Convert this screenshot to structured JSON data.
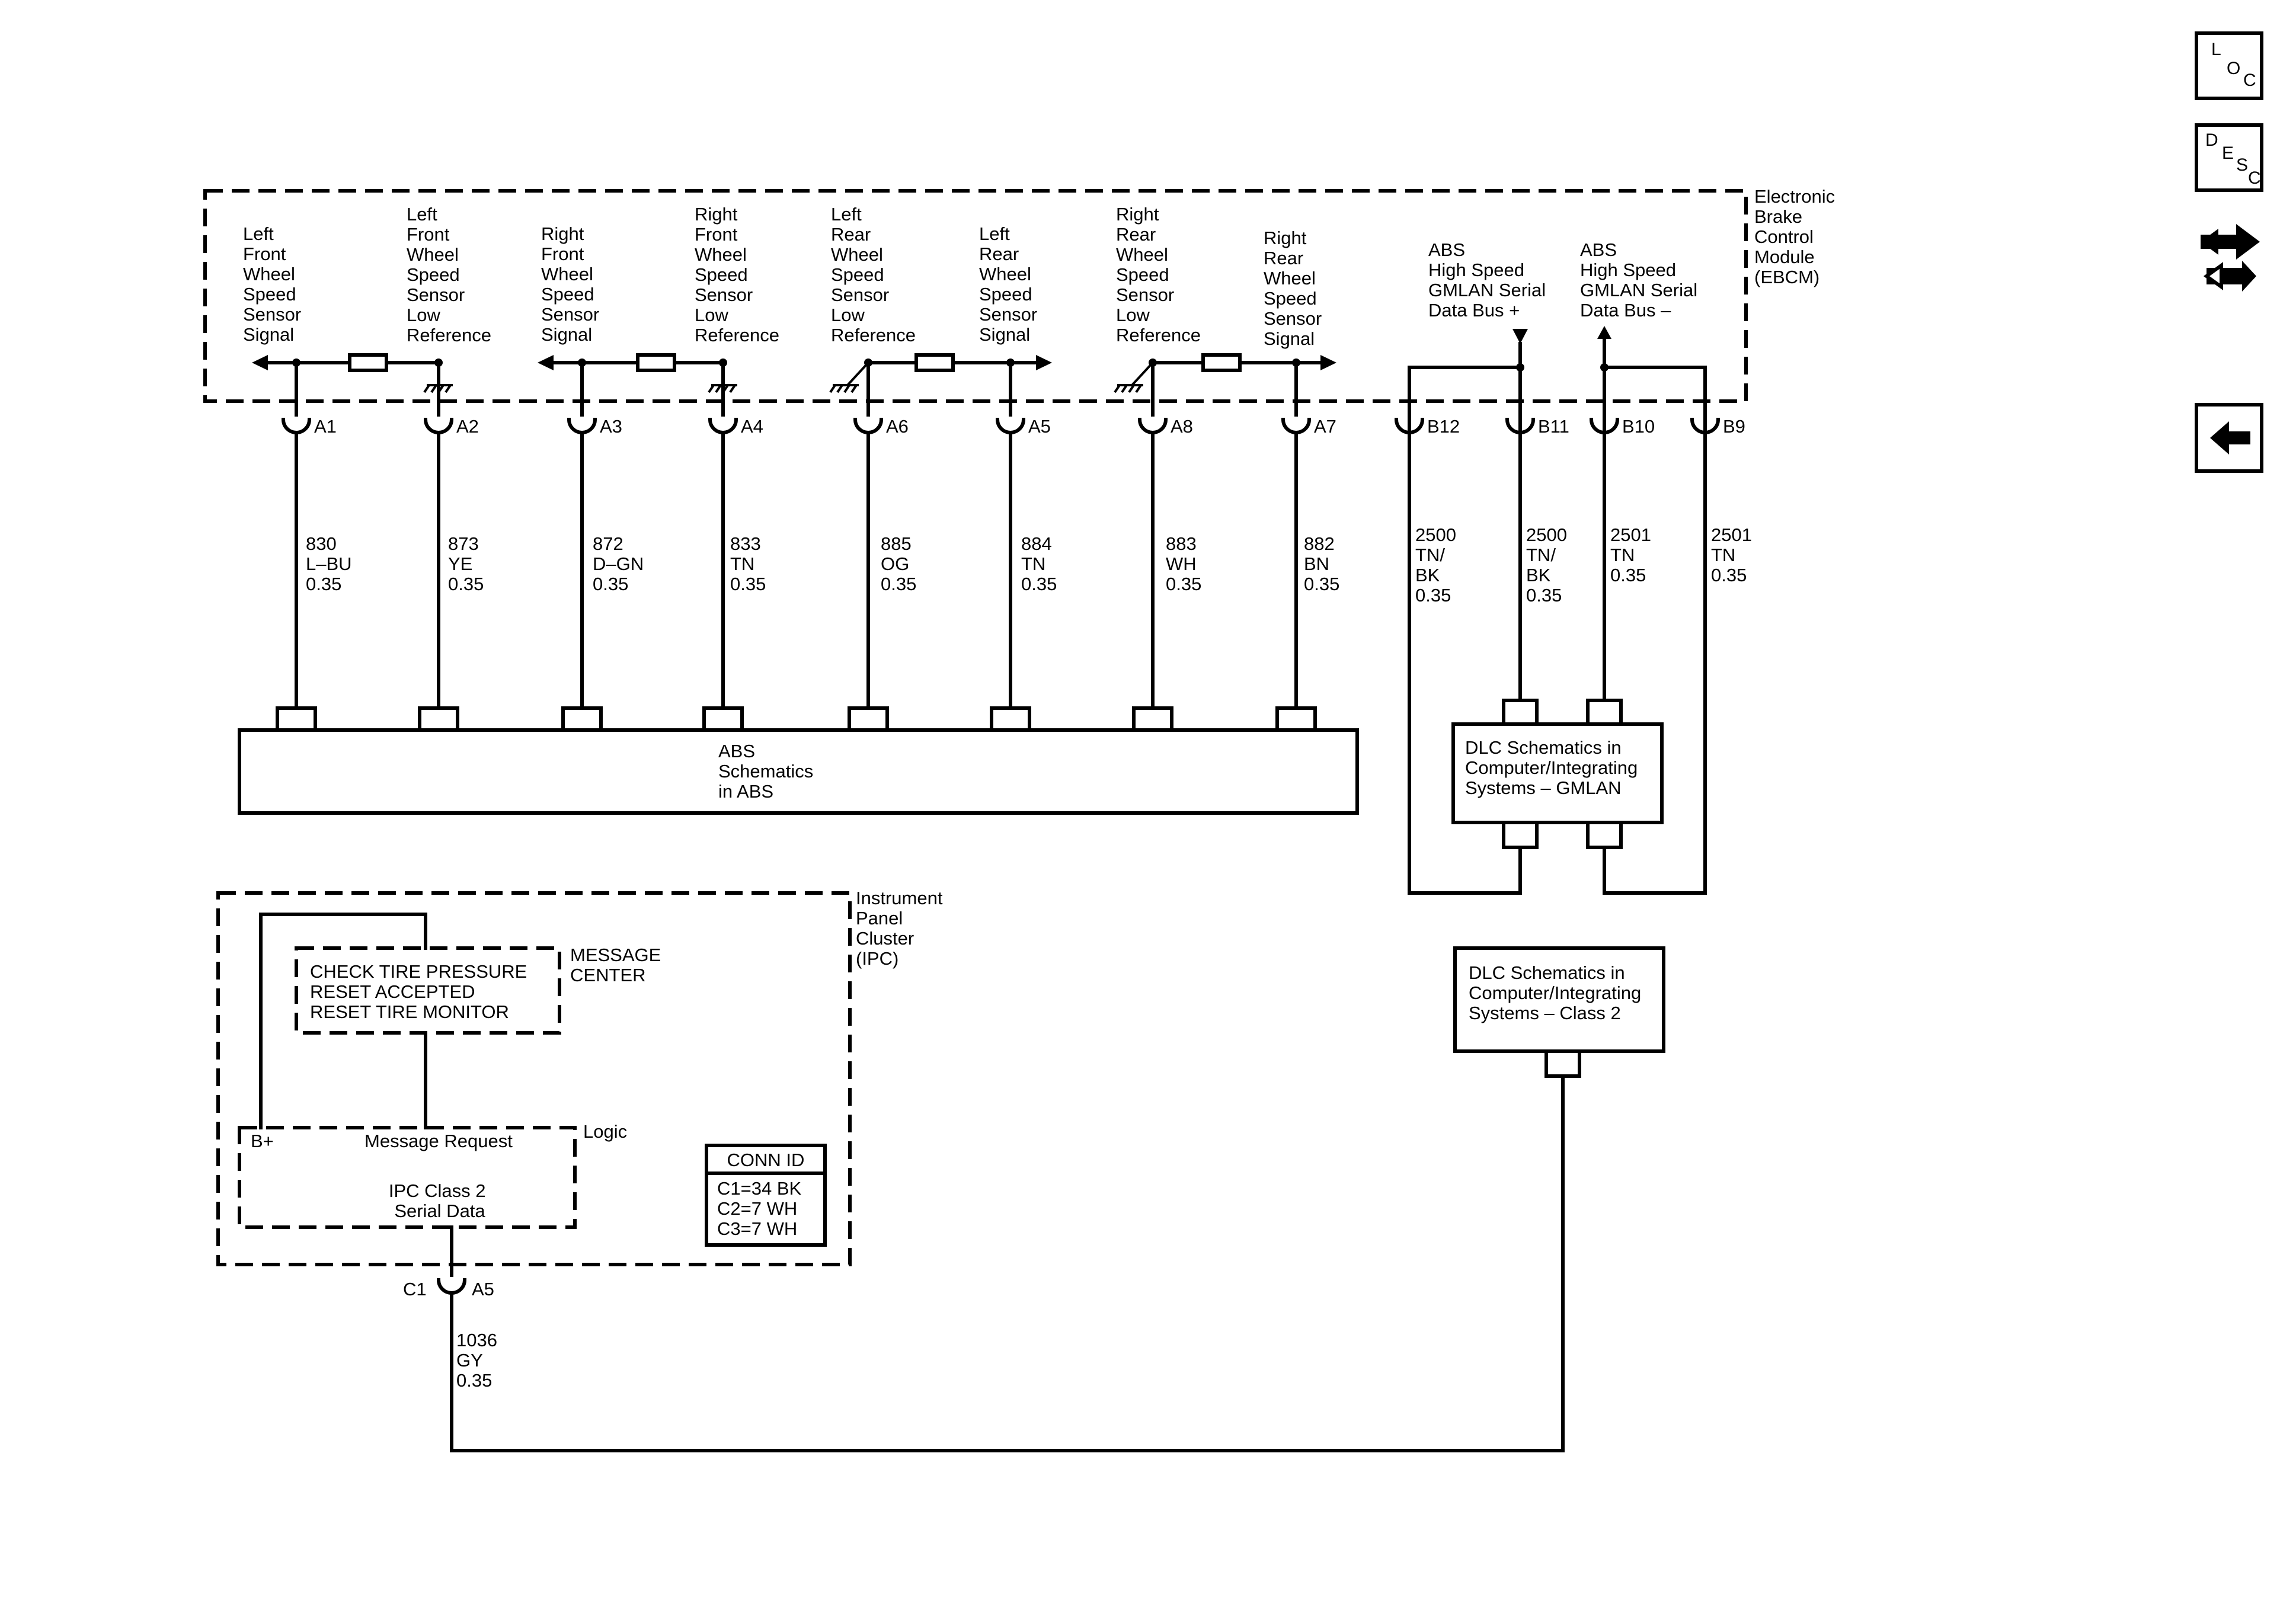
{
  "ebcm": {
    "label": [
      "Electronic",
      "Brake",
      "Control",
      "Module",
      "(EBCM)"
    ],
    "circuits": [
      {
        "desc": [
          "Left",
          "Front",
          "Wheel",
          "Speed",
          "Sensor",
          "Signal"
        ],
        "pin": "A1",
        "wire": [
          "830",
          "L–BU",
          "0.35"
        ]
      },
      {
        "desc": [
          "Left",
          "Front",
          "Wheel",
          "Speed",
          "Sensor",
          "Low",
          "Reference"
        ],
        "pin": "A2",
        "wire": [
          "873",
          "YE",
          "0.35"
        ]
      },
      {
        "desc": [
          "Right",
          "Front",
          "Wheel",
          "Speed",
          "Sensor",
          "Signal"
        ],
        "pin": "A3",
        "wire": [
          "872",
          "D–GN",
          "0.35"
        ]
      },
      {
        "desc": [
          "Right",
          "Front",
          "Wheel",
          "Speed",
          "Sensor",
          "Low",
          "Reference"
        ],
        "pin": "A4",
        "wire": [
          "833",
          "TN",
          "0.35"
        ]
      },
      {
        "desc": [
          "Left",
          "Rear",
          "Wheel",
          "Speed",
          "Sensor",
          "Low",
          "Reference"
        ],
        "pin": "A6",
        "wire": [
          "885",
          "OG",
          "0.35"
        ]
      },
      {
        "desc": [
          "Left",
          "Rear",
          "Wheel",
          "Speed",
          "Sensor",
          "Signal"
        ],
        "pin": "A5",
        "wire": [
          "884",
          "TN",
          "0.35"
        ]
      },
      {
        "desc": [
          "Right",
          "Rear",
          "Wheel",
          "Speed",
          "Sensor",
          "Low",
          "Reference"
        ],
        "pin": "A8",
        "wire": [
          "883",
          "WH",
          "0.35"
        ]
      },
      {
        "desc": [
          "Right",
          "Rear",
          "Wheel",
          "Speed",
          "Sensor",
          "Signal"
        ],
        "pin": "A7",
        "wire": [
          "882",
          "BN",
          "0.35"
        ]
      }
    ],
    "gmlan": [
      {
        "desc": [
          "ABS",
          "High Speed",
          "GMLAN Serial",
          "Data Bus +"
        ]
      },
      {
        "desc": [
          "ABS",
          "High Speed",
          "GMLAN Serial",
          "Data Bus –"
        ]
      }
    ],
    "bus_pins": [
      {
        "pin": "B12",
        "wire": [
          "2500",
          "TN/",
          "BK",
          "0.35"
        ]
      },
      {
        "pin": "B11",
        "wire": [
          "2500",
          "TN/",
          "BK",
          "0.35"
        ]
      },
      {
        "pin": "B10",
        "wire": [
          "2501",
          "TN",
          "0.35"
        ]
      },
      {
        "pin": "B9",
        "wire": [
          "2501",
          "TN",
          "0.35"
        ]
      }
    ]
  },
  "abs_box": [
    "ABS",
    "Schematics",
    "in ABS"
  ],
  "dlc_gmlan": [
    "DLC Schematics in",
    "Computer/Integrating",
    "Systems – GMLAN"
  ],
  "dlc_class2": [
    "DLC Schematics in",
    "Computer/Integrating",
    "Systems – Class 2"
  ],
  "ipc": {
    "label": [
      "Instrument",
      "Panel",
      "Cluster",
      "(IPC)"
    ],
    "message_center_label": [
      "MESSAGE",
      "CENTER"
    ],
    "messages": [
      "CHECK TIRE PRESSURE",
      "RESET ACCEPTED",
      "RESET TIRE MONITOR"
    ],
    "logic_label": "Logic",
    "bplus": "B+",
    "message_request": "Message Request",
    "serial": [
      "IPC Class 2",
      "Serial Data"
    ],
    "conn_title": "CONN ID",
    "conn_lines": [
      "C1=34 BK",
      "C2=7 WH",
      "C3=7 WH"
    ],
    "connector": "C1",
    "pin": "A5",
    "wire": [
      "1036",
      "GY",
      "0.35"
    ]
  },
  "nav": {
    "loc": [
      "L",
      "O",
      "C"
    ],
    "desc": [
      "D",
      "E",
      "S",
      "C"
    ],
    "icons": [
      "connector-swap-icon",
      "back-arrow-icon"
    ]
  }
}
